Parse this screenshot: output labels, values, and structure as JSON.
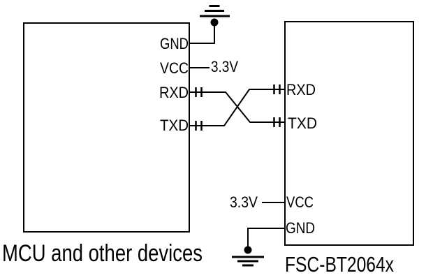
{
  "diagram": {
    "type": "uart-wiring-schematic",
    "colors": {
      "background": "#ffffff",
      "line": "#000000",
      "text": "#000000"
    },
    "mcu_block": {
      "title": "MCU and other devices",
      "pins": {
        "gnd": "GND",
        "vcc": "VCC",
        "rxd": "RXD",
        "txd": "TXD"
      },
      "vcc_supply_label": "3.3V"
    },
    "module_block": {
      "title": "FSC-BT2064x",
      "pins": {
        "rxd": "RXD",
        "txd": "TXD",
        "vcc": "VCC",
        "gnd": "GND"
      },
      "vcc_supply_label": "3.3V"
    },
    "connections": [
      "MCU GND to ground",
      "MCU VCC to 3.3V",
      "MCU RXD to module TXD (crossed)",
      "MCU TXD to module RXD (crossed)",
      "Module VCC to 3.3V",
      "Module GND to ground"
    ]
  }
}
